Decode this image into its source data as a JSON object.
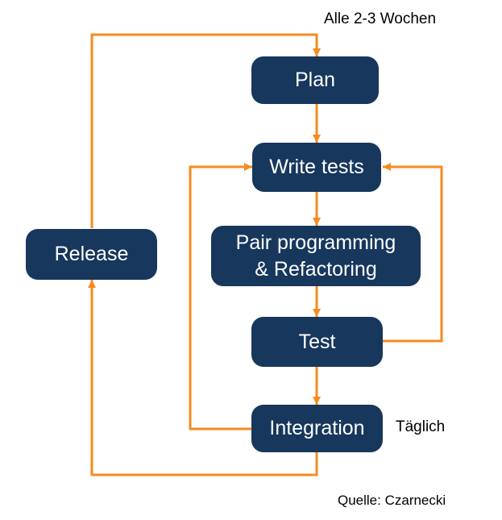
{
  "colors": {
    "background": "#FFFFFF",
    "node_fill": "#17375D",
    "node_text": "#FFFFFF",
    "arrow": "#F68B1F",
    "note_text": "#000000"
  },
  "notes": {
    "cycle": "Alle 2-3 Wochen",
    "daily": "Täglich",
    "source": "Quelle: Czarnecki"
  },
  "nodes": {
    "plan": {
      "label": "Plan"
    },
    "write_tests": {
      "label": "Write tests"
    },
    "pair": {
      "label_line1": "Pair programming",
      "label_line2": "& Refactoring"
    },
    "test": {
      "label": "Test"
    },
    "integration": {
      "label": "Integration"
    },
    "release": {
      "label": "Release"
    }
  },
  "edges": [
    {
      "from": "Plan",
      "to": "Write tests"
    },
    {
      "from": "Write tests",
      "to": "Pair programming & Refactoring"
    },
    {
      "from": "Pair programming & Refactoring",
      "to": "Test"
    },
    {
      "from": "Test",
      "to": "Integration"
    },
    {
      "from": "Test",
      "to": "Write tests",
      "note": "right feedback loop"
    },
    {
      "from": "Integration",
      "to": "Write tests",
      "note": "left feedback loop"
    },
    {
      "from": "Integration",
      "to": "Release",
      "note": "Täglich"
    },
    {
      "from": "Release",
      "to": "Plan",
      "note": "Alle 2-3 Wochen"
    }
  ]
}
